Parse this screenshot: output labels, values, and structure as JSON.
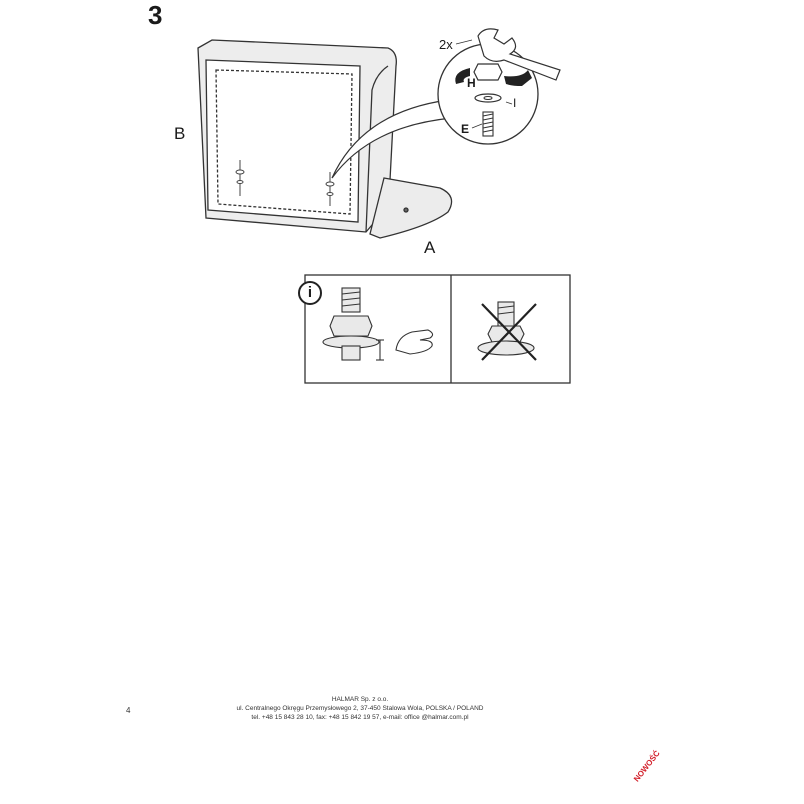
{
  "step": {
    "number": "3"
  },
  "labels": {
    "part_b": "B",
    "part_a": "A",
    "count": "2x",
    "h": "H",
    "i": "I",
    "e": "E"
  },
  "info_panel": {
    "icon": "i"
  },
  "footer": {
    "company": "HALMAR Sp. z o.o.",
    "address": "ul. Centralnego Okręgu Przemysłowego 2, 37-450 Stalowa Wola, POLSKA / POLAND",
    "contact": "tel. +48 15 843 28 10, fax: +48 15 842 19 57, e-mail: office @halmar.com.pl"
  },
  "page_number": "4",
  "badge": "NOWOŚĆ",
  "colors": {
    "line": "#333333",
    "panel_fill": "#e9e9e9",
    "badge": "#d21f2a"
  }
}
